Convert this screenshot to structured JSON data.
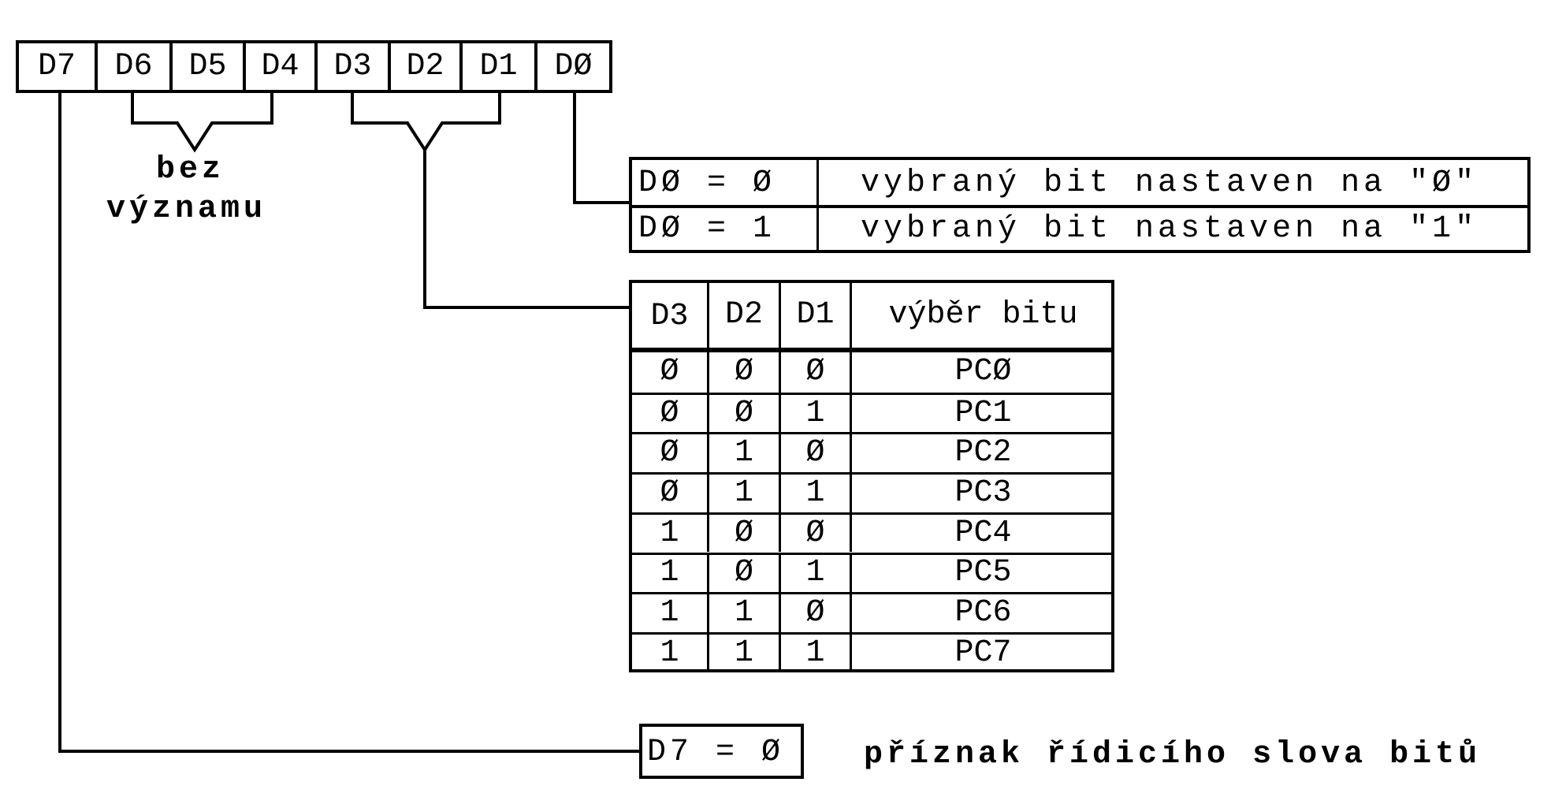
{
  "register": {
    "bits": [
      "D7",
      "D6",
      "D5",
      "D4",
      "D3",
      "D2",
      "D1",
      "DØ"
    ]
  },
  "unused_label": {
    "line1": "bez",
    "line2": "významu"
  },
  "d0_table": {
    "rows": [
      {
        "condition": "DØ = Ø",
        "meaning": "vybraný bit nastaven na \"Ø\""
      },
      {
        "condition": "DØ = 1",
        "meaning": "vybraný bit nastaven na \"1\""
      }
    ]
  },
  "bit_select_table": {
    "headers": [
      "D3",
      "D2",
      "D1",
      "výběr bitu"
    ],
    "rows": [
      [
        "Ø",
        "Ø",
        "Ø",
        "PCØ"
      ],
      [
        "Ø",
        "Ø",
        "1",
        "PC1"
      ],
      [
        "Ø",
        "1",
        "Ø",
        "PC2"
      ],
      [
        "Ø",
        "1",
        "1",
        "PC3"
      ],
      [
        "1",
        "Ø",
        "Ø",
        "PC4"
      ],
      [
        "1",
        "Ø",
        "1",
        "PC5"
      ],
      [
        "1",
        "1",
        "Ø",
        "PC6"
      ],
      [
        "1",
        "1",
        "1",
        "PC7"
      ]
    ]
  },
  "d7_flag": {
    "condition": "D7 = Ø",
    "meaning": "příznak řídicího slova bitů"
  }
}
